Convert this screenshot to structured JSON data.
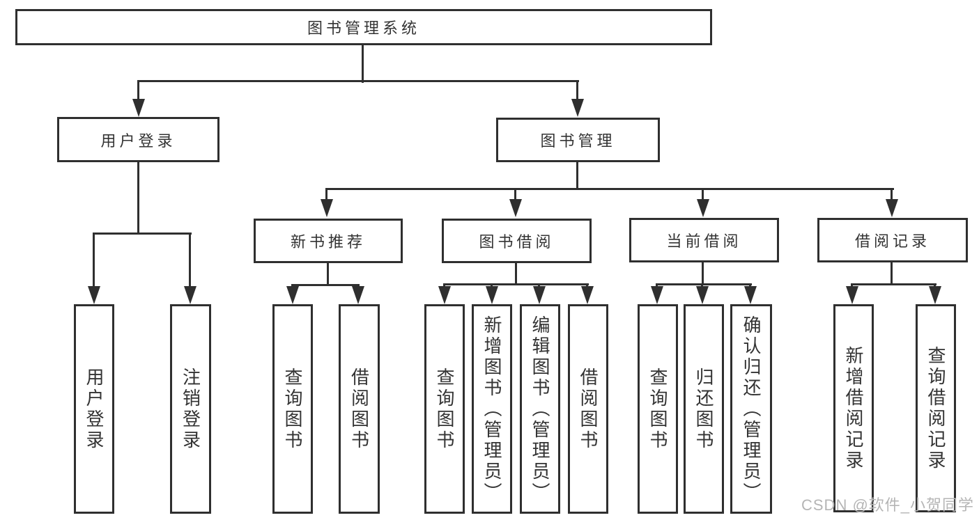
{
  "title": "图书管理系统",
  "nodes": {
    "root": "图书管理系统",
    "user_login": "用户登录",
    "book_mgmt": "图书管理",
    "new_book_rec": "新书推荐",
    "book_borrow": "图书借阅",
    "current_borrow": "当前借阅",
    "borrow_records": "借阅记录",
    "leaf_user_login": "用户登录",
    "leaf_logout": "注销登录",
    "leaf_nbr_search": "查询图书",
    "leaf_nbr_borrow": "借阅图书",
    "leaf_bb_search": "查询图书",
    "leaf_bb_add": "新增图书（管理员）",
    "leaf_bb_edit": "编辑图书（管理员）",
    "leaf_bb_borrow": "借阅图书",
    "leaf_cb_search": "查询图书",
    "leaf_cb_return": "归还图书",
    "leaf_cb_confirm": "确认归还（管理员）",
    "leaf_br_add": "新增借阅记录",
    "leaf_br_search": "查询借阅记录"
  },
  "hierarchy": {
    "图书管理系统": {
      "用户登录": [
        "用户登录",
        "注销登录"
      ],
      "图书管理": {
        "新书推荐": [
          "查询图书",
          "借阅图书"
        ],
        "图书借阅": [
          "查询图书",
          "新增图书（管理员）",
          "编辑图书（管理员）",
          "借阅图书"
        ],
        "当前借阅": [
          "查询图书",
          "归还图书",
          "确认归还（管理员）"
        ],
        "借阅记录": [
          "新增借阅记录",
          "查询借阅记录"
        ]
      }
    }
  },
  "watermark": "CSDN @软件_小贺同学",
  "colors": {
    "line": "#2f2f2f",
    "text": "#333333",
    "background": "#ffffff",
    "watermark": "#b5b5b5"
  }
}
